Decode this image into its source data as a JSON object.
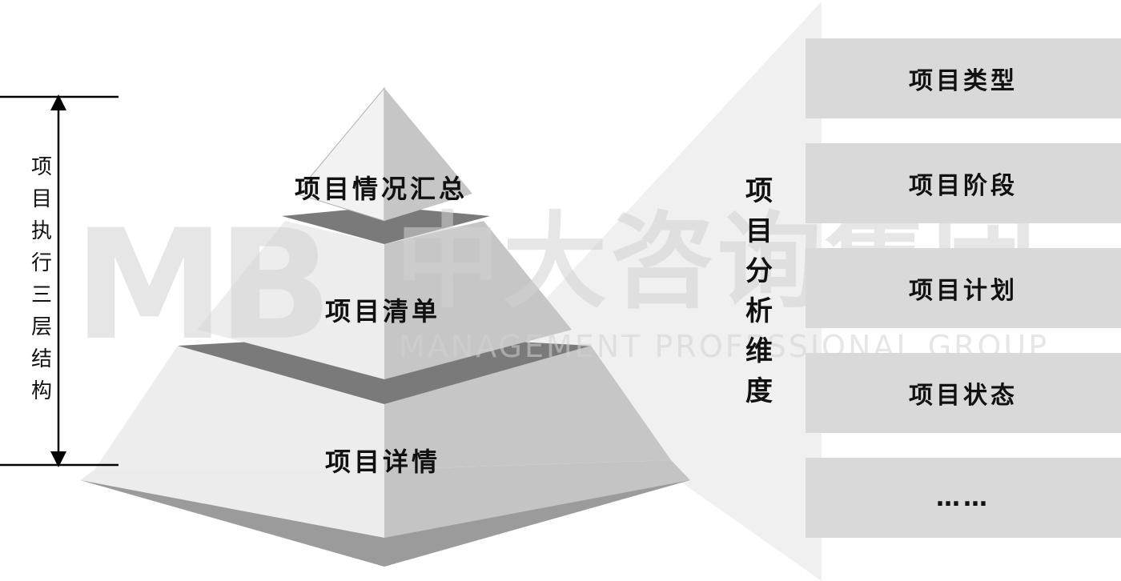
{
  "left_axis": {
    "label": "项目执行三层结构"
  },
  "pyramid": {
    "tiers": [
      {
        "label": "项目情况汇总"
      },
      {
        "label": "项目清单"
      },
      {
        "label": "项目详情"
      }
    ]
  },
  "center_label": "项目分析维度",
  "dimensions": [
    "项目类型",
    "项目阶段",
    "项目计划",
    "项目状态",
    "……"
  ],
  "watermark": {
    "logo": "MB",
    "chinese": "中大咨询集团",
    "english": "MANAGEMENT PROFESSIONAL GROUP"
  }
}
